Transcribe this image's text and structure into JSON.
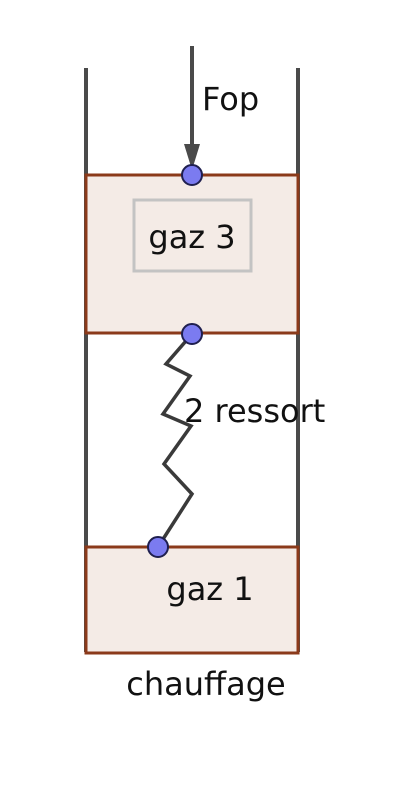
{
  "labels": {
    "force": "Fop",
    "upper_gas": "gaz 3",
    "spring": "2 ressort",
    "lower_gas": "gaz 1",
    "heating": "chauffage"
  },
  "colors": {
    "wall": "#4a4a4a",
    "chamber_border": "#8b3a1a",
    "chamber_fill": "#f4ebe6",
    "inner_box_border": "#c3c3c3",
    "spring": "#3a3a3a",
    "force_arrow": "#4a4a4a",
    "node_fill": "#7b7bf0",
    "node_stroke": "#1f1f4f"
  }
}
